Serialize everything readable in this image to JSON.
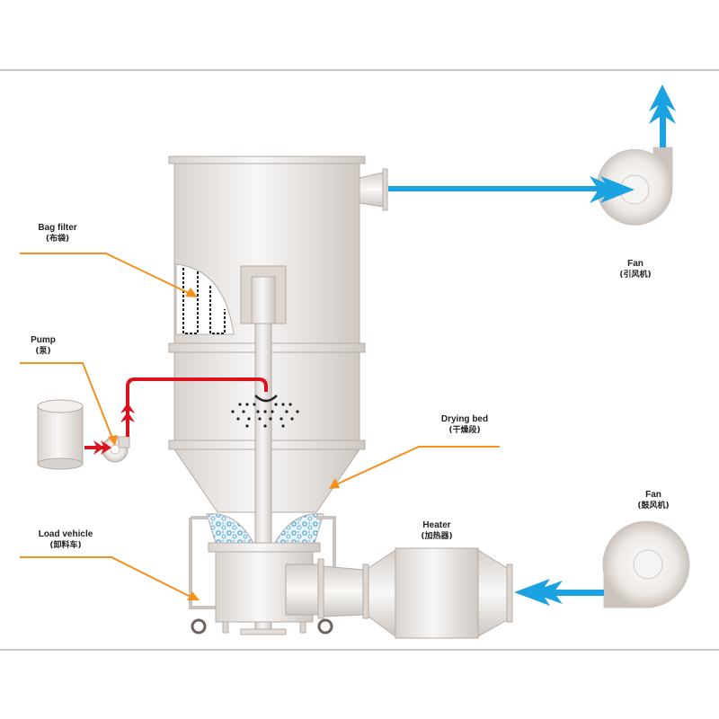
{
  "diagram": {
    "title": "Fluid bed spray dryer process flow",
    "colors": {
      "leader_line": "#f5901e",
      "air_flow": "#1aa3e0",
      "liquid_flow": "#d9141c",
      "equipment_fill": "#e9e5e2",
      "equipment_stroke": "#b5aca6",
      "granules": "#5aaad6",
      "frame_line": "#c8c8c8"
    },
    "labels": {
      "bag_filter": {
        "en": "Bag filter",
        "cn": "(布袋)"
      },
      "pump": {
        "en": "Pump",
        "cn": "(泵)"
      },
      "load_vehicle": {
        "en": "Load vehicle",
        "cn": "(卸料车)"
      },
      "drying_bed": {
        "en": "Drying bed",
        "cn": "(干燥段)"
      },
      "heater": {
        "en": "Heater",
        "cn": "(加热器)"
      },
      "exhaust_fan": {
        "en": "Fan",
        "cn": "(引风机)"
      },
      "blower_fan": {
        "en": "Fan",
        "cn": "(鼓风机)"
      }
    },
    "flows": [
      {
        "name": "hot-air-inlet",
        "from": "blower_fan",
        "to": "heater",
        "medium": "air"
      },
      {
        "name": "exhaust-air",
        "from": "bag_filter_outlet",
        "to": "exhaust_fan",
        "medium": "air"
      },
      {
        "name": "exhaust-discharge",
        "from": "exhaust_fan",
        "to": "atmosphere",
        "medium": "air"
      },
      {
        "name": "liquid-feed",
        "from": "feed_tank",
        "to": "spray_nozzle",
        "via": "pump",
        "medium": "liquid"
      }
    ]
  }
}
